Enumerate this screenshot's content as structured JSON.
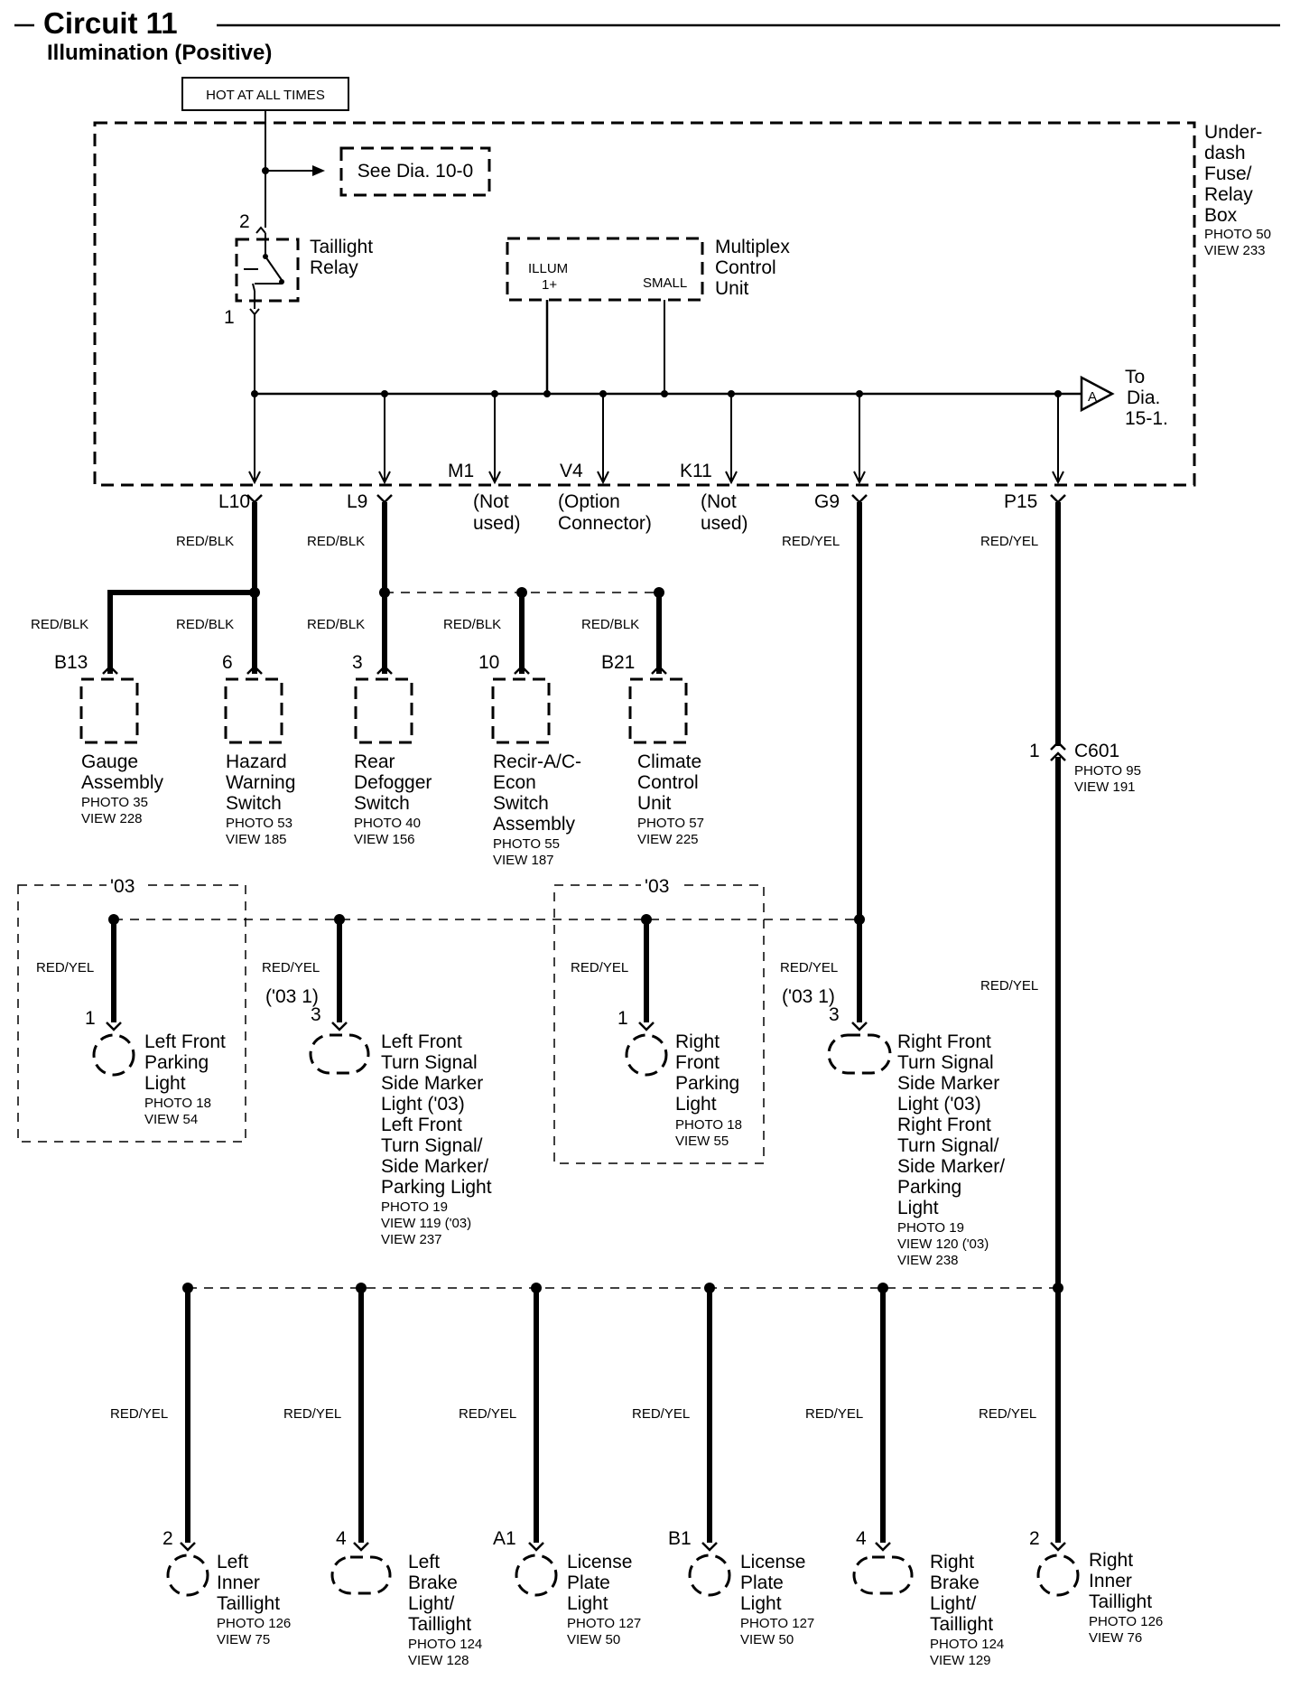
{
  "header": {
    "circuit": "Circuit 11",
    "subtitle": "Illumination (Positive)",
    "hot_label": "HOT AT ALL TIMES"
  },
  "fusebox": {
    "lines": [
      "Under-",
      "dash",
      "Fuse/",
      "Relay",
      "Box"
    ],
    "photo": "PHOTO 50",
    "view": "VIEW 233",
    "see_dia": "See Dia. 10-0"
  },
  "relay": {
    "lines": [
      "Taillight",
      "Relay"
    ],
    "pin_top": "2",
    "pin_bottom": "1"
  },
  "mcu": {
    "lines": [
      "Multiplex",
      "Control",
      "Unit"
    ],
    "illum": "ILLUM",
    "illum_sub": "1+",
    "small": "SMALL"
  },
  "to_dia": {
    "letter": "A",
    "lines": [
      "To",
      "Dia.",
      "15-1."
    ]
  },
  "terminals": [
    {
      "id": "L10",
      "sub": []
    },
    {
      "id": "L9",
      "sub": []
    },
    {
      "id": "M1",
      "sub": [
        "(Not",
        "used)"
      ]
    },
    {
      "id": "V4",
      "sub": [
        "(Option",
        "Connector)"
      ]
    },
    {
      "id": "K11",
      "sub": [
        "(Not",
        "used)"
      ]
    },
    {
      "id": "G9",
      "sub": []
    },
    {
      "id": "P15",
      "sub": []
    }
  ],
  "wires": {
    "rb": "RED/BLK",
    "ry": "RED/YEL"
  },
  "c601": {
    "pin": "1",
    "id": "C601",
    "photo": "PHOTO 95",
    "view": "VIEW 191"
  },
  "group1": [
    {
      "pin": "B13",
      "lines": [
        "Gauge",
        "Assembly"
      ],
      "photo": "PHOTO 35",
      "view": "VIEW 228"
    },
    {
      "pin": "6",
      "lines": [
        "Hazard",
        "Warning",
        "Switch"
      ],
      "photo": "PHOTO 53",
      "view": "VIEW 185"
    },
    {
      "pin": "3",
      "lines": [
        "Rear",
        "Defogger",
        "Switch"
      ],
      "photo": "PHOTO 40",
      "view": "VIEW 156"
    },
    {
      "pin": "10",
      "lines": [
        "Recir-A/C-",
        "Econ",
        "Switch",
        "Assembly"
      ],
      "photo": "PHOTO 55",
      "view": "VIEW 187"
    },
    {
      "pin": "B21",
      "lines": [
        "Climate",
        "Control",
        "Unit"
      ],
      "photo": "PHOTO 57",
      "view": "VIEW 225"
    }
  ],
  "group2": {
    "year_label": "'03",
    "alt_pin": "('03 1)",
    "items": [
      {
        "pin": "1",
        "lines": [
          "Left  Front",
          "Parking",
          "Light"
        ],
        "photo": "PHOTO 18",
        "view": "VIEW 54"
      },
      {
        "pin": "3",
        "lines": [
          "Left Front",
          "Turn Signal",
          "Side Marker",
          "Light ('03)",
          "Left Front",
          "Turn Signal/",
          "Side Marker/",
          "Parking Light"
        ],
        "photo": "PHOTO 19",
        "views": [
          "VIEW 119 ('03)",
          "VIEW 237"
        ]
      },
      {
        "pin": "1",
        "lines": [
          "Right",
          "Front",
          "Parking",
          "Light"
        ],
        "photo": "PHOTO 18",
        "view": "VIEW 55"
      },
      {
        "pin": "3",
        "lines": [
          "Right Front",
          "Turn Signal",
          "Side Marker",
          "Light ('03)",
          "Right Front",
          "Turn Signal/",
          "Side Marker/",
          "Parking",
          "Light"
        ],
        "photo": "PHOTO 19",
        "views": [
          "VIEW 120 ('03)",
          "VIEW 238"
        ]
      }
    ]
  },
  "group3": [
    {
      "pin": "2",
      "lines": [
        "Left",
        "Inner",
        "Taillight"
      ],
      "photo": "PHOTO 126",
      "view": "VIEW 75"
    },
    {
      "pin": "4",
      "lines": [
        "Left",
        "Brake",
        "Light/",
        "Taillight"
      ],
      "photo": "PHOTO 124",
      "view": "VIEW 128"
    },
    {
      "pin": "A1",
      "lines": [
        "License",
        "Plate",
        "Light"
      ],
      "photo": "PHOTO 127",
      "view": "VIEW 50"
    },
    {
      "pin": "B1",
      "lines": [
        "License",
        "Plate",
        "Light"
      ],
      "photo": "PHOTO 127",
      "view": "VIEW 50"
    },
    {
      "pin": "4",
      "lines": [
        "Right",
        "Brake",
        "Light/",
        "Taillight"
      ],
      "photo": "PHOTO 124",
      "view": "VIEW 129"
    },
    {
      "pin": "2",
      "lines": [
        "Right",
        "Inner",
        "Taillight"
      ],
      "photo": "PHOTO 126",
      "view": "VIEW 76"
    }
  ]
}
